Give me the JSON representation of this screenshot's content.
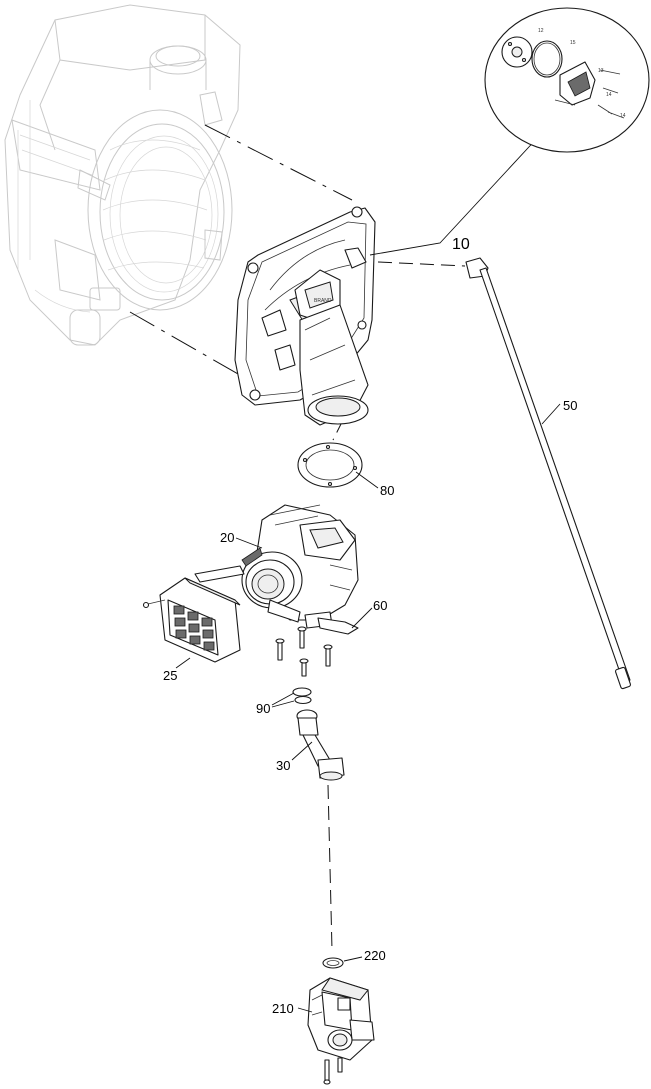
{
  "parts": {
    "p10": "10",
    "p12": "12",
    "p15": "15",
    "p13": "13",
    "p14": "14",
    "p20": "20",
    "p25": "25",
    "p30": "30",
    "p50": "50",
    "p60": "60",
    "p80": "80",
    "p90": "90",
    "p210": "210",
    "p220": "220"
  },
  "colors": {
    "line": "#1a1a1a",
    "ghost": "#c9c9c9",
    "background": "#ffffff"
  }
}
